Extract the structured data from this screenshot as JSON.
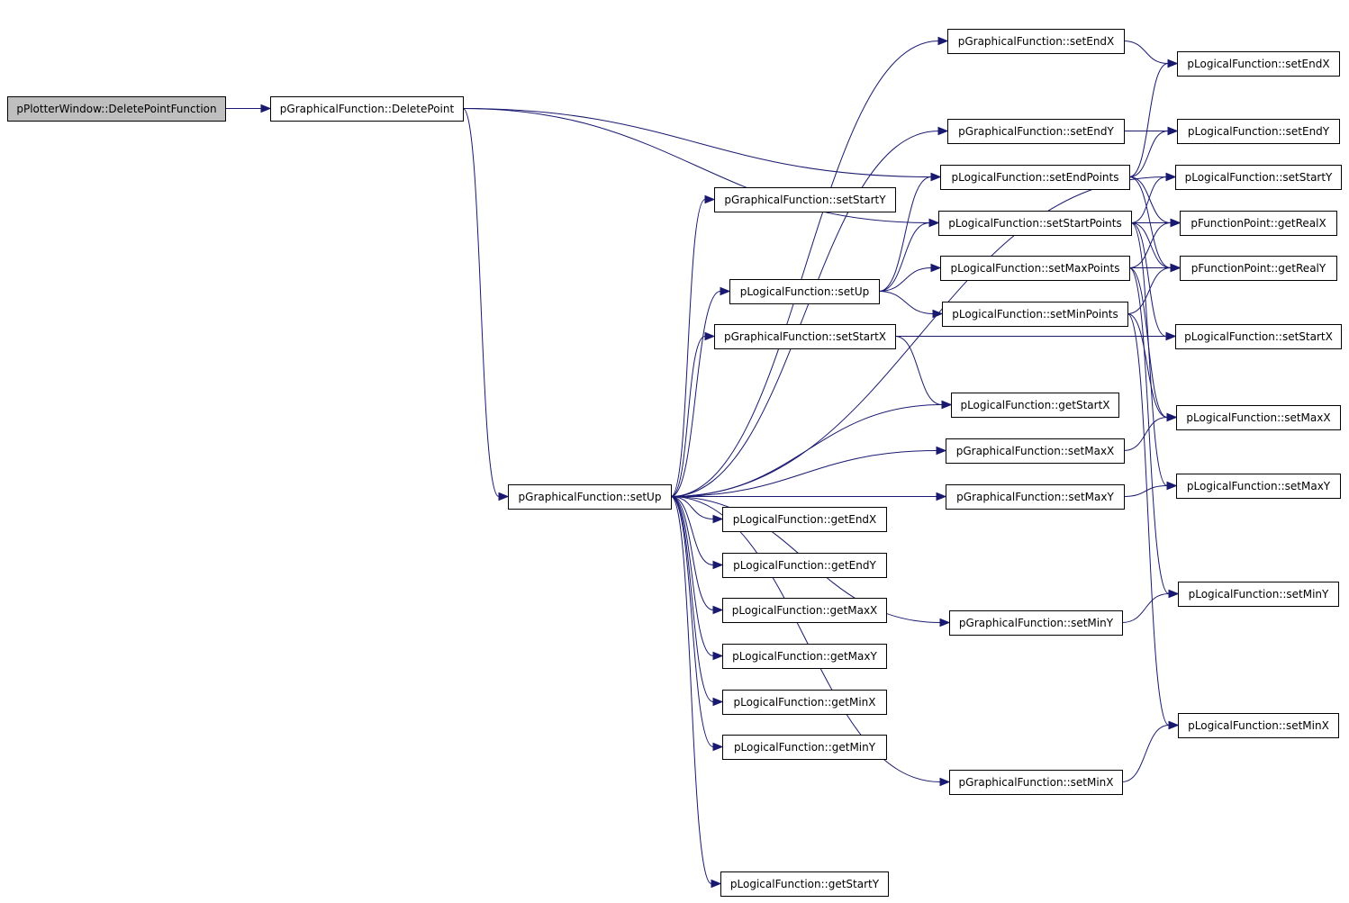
{
  "graph": {
    "colors": {
      "edge": "#191970",
      "root_fill": "#bfbfbf",
      "node_fill": "#ffffff",
      "border": "#000000"
    },
    "nodes": [
      {
        "id": "n_root",
        "label": "pPlotterWindow::DeletePointFunction",
        "root": true
      },
      {
        "id": "n_delpt",
        "label": "pGraphicalFunction::DeletePoint"
      },
      {
        "id": "n_gsetup",
        "label": "pGraphicalFunction::setUp"
      },
      {
        "id": "n_gsetstarty",
        "label": "pGraphicalFunction::setStartY"
      },
      {
        "id": "n_lsetup",
        "label": "pLogicalFunction::setUp"
      },
      {
        "id": "n_gsetstartx",
        "label": "pGraphicalFunction::setStartX"
      },
      {
        "id": "n_lgetendx",
        "label": "pLogicalFunction::getEndX"
      },
      {
        "id": "n_lgetendy",
        "label": "pLogicalFunction::getEndY"
      },
      {
        "id": "n_lgetmaxx",
        "label": "pLogicalFunction::getMaxX"
      },
      {
        "id": "n_lgetmaxy",
        "label": "pLogicalFunction::getMaxY"
      },
      {
        "id": "n_lgetminx",
        "label": "pLogicalFunction::getMinX"
      },
      {
        "id": "n_lgetminy",
        "label": "pLogicalFunction::getMinY"
      },
      {
        "id": "n_lgetstarty",
        "label": "pLogicalFunction::getStartY"
      },
      {
        "id": "n_gsetendx",
        "label": "pGraphicalFunction::setEndX"
      },
      {
        "id": "n_gsetendy",
        "label": "pGraphicalFunction::setEndY"
      },
      {
        "id": "n_lsetendpoints",
        "label": "pLogicalFunction::setEndPoints"
      },
      {
        "id": "n_lsetstartpoints",
        "label": "pLogicalFunction::setStartPoints"
      },
      {
        "id": "n_lsetmaxpoints",
        "label": "pLogicalFunction::setMaxPoints"
      },
      {
        "id": "n_lsetminpoints",
        "label": "pLogicalFunction::setMinPoints"
      },
      {
        "id": "n_lgetstartx",
        "label": "pLogicalFunction::getStartX"
      },
      {
        "id": "n_gsetmaxx",
        "label": "pGraphicalFunction::setMaxX"
      },
      {
        "id": "n_gsetmaxy",
        "label": "pGraphicalFunction::setMaxY"
      },
      {
        "id": "n_gsetminy",
        "label": "pGraphicalFunction::setMinY"
      },
      {
        "id": "n_gsetminx",
        "label": "pGraphicalFunction::setMinX"
      },
      {
        "id": "n_lsetendx",
        "label": "pLogicalFunction::setEndX"
      },
      {
        "id": "n_lsetendy",
        "label": "pLogicalFunction::setEndY"
      },
      {
        "id": "n_lsetstarty",
        "label": "pLogicalFunction::setStartY"
      },
      {
        "id": "n_getrealx",
        "label": "pFunctionPoint::getRealX"
      },
      {
        "id": "n_getrealy",
        "label": "pFunctionPoint::getRealY"
      },
      {
        "id": "n_lsetstartx",
        "label": "pLogicalFunction::setStartX"
      },
      {
        "id": "n_lsetmaxx",
        "label": "pLogicalFunction::setMaxX"
      },
      {
        "id": "n_lsetmaxy",
        "label": "pLogicalFunction::setMaxY"
      },
      {
        "id": "n_lsetminy",
        "label": "pLogicalFunction::setMinY"
      },
      {
        "id": "n_lsetminx",
        "label": "pLogicalFunction::setMinX"
      }
    ],
    "edges": [
      [
        "n_root",
        "n_delpt"
      ],
      [
        "n_delpt",
        "n_gsetup"
      ],
      [
        "n_delpt",
        "n_lsetendpoints"
      ],
      [
        "n_delpt",
        "n_lsetstartpoints"
      ],
      [
        "n_gsetup",
        "n_gsetstarty"
      ],
      [
        "n_gsetup",
        "n_lsetup"
      ],
      [
        "n_gsetup",
        "n_gsetstartx"
      ],
      [
        "n_gsetup",
        "n_lgetendx"
      ],
      [
        "n_gsetup",
        "n_lgetendy"
      ],
      [
        "n_gsetup",
        "n_lgetmaxx"
      ],
      [
        "n_gsetup",
        "n_lgetmaxy"
      ],
      [
        "n_gsetup",
        "n_lgetminx"
      ],
      [
        "n_gsetup",
        "n_lgetminy"
      ],
      [
        "n_gsetup",
        "n_lgetstarty"
      ],
      [
        "n_gsetup",
        "n_gsetendx"
      ],
      [
        "n_gsetup",
        "n_gsetendy"
      ],
      [
        "n_gsetup",
        "n_lgetstartx"
      ],
      [
        "n_gsetup",
        "n_gsetmaxx"
      ],
      [
        "n_gsetup",
        "n_gsetmaxy"
      ],
      [
        "n_gsetup",
        "n_gsetminy"
      ],
      [
        "n_gsetup",
        "n_gsetminx"
      ],
      [
        "n_gsetup",
        "n_lsetstarty"
      ],
      [
        "n_gsetstartx",
        "n_lsetstartx"
      ],
      [
        "n_gsetstartx",
        "n_lgetstartx"
      ],
      [
        "n_lsetup",
        "n_lsetendpoints"
      ],
      [
        "n_lsetup",
        "n_lsetstartpoints"
      ],
      [
        "n_lsetup",
        "n_lsetmaxpoints"
      ],
      [
        "n_lsetup",
        "n_lsetminpoints"
      ],
      [
        "n_gsetendx",
        "n_lsetendx"
      ],
      [
        "n_gsetendy",
        "n_lsetendy"
      ],
      [
        "n_gsetmaxx",
        "n_lsetmaxx"
      ],
      [
        "n_gsetmaxy",
        "n_lsetmaxy"
      ],
      [
        "n_gsetminy",
        "n_lsetminy"
      ],
      [
        "n_gsetminx",
        "n_lsetminx"
      ],
      [
        "n_lsetendpoints",
        "n_lsetendx"
      ],
      [
        "n_lsetendpoints",
        "n_lsetendy"
      ],
      [
        "n_lsetendpoints",
        "n_getrealx"
      ],
      [
        "n_lsetendpoints",
        "n_getrealy"
      ],
      [
        "n_lsetstartpoints",
        "n_lsetstarty"
      ],
      [
        "n_lsetstartpoints",
        "n_getrealx"
      ],
      [
        "n_lsetstartpoints",
        "n_getrealy"
      ],
      [
        "n_lsetstartpoints",
        "n_lsetstartx"
      ],
      [
        "n_lsetstartpoints",
        "n_lsetmaxy"
      ],
      [
        "n_lsetmaxpoints",
        "n_getrealx"
      ],
      [
        "n_lsetmaxpoints",
        "n_getrealy"
      ],
      [
        "n_lsetmaxpoints",
        "n_lsetmaxx"
      ],
      [
        "n_lsetmaxpoints",
        "n_lsetminy"
      ],
      [
        "n_lsetminpoints",
        "n_getrealy"
      ],
      [
        "n_lsetminpoints",
        "n_lsetmaxx"
      ],
      [
        "n_lsetminpoints",
        "n_lsetminx"
      ]
    ]
  }
}
